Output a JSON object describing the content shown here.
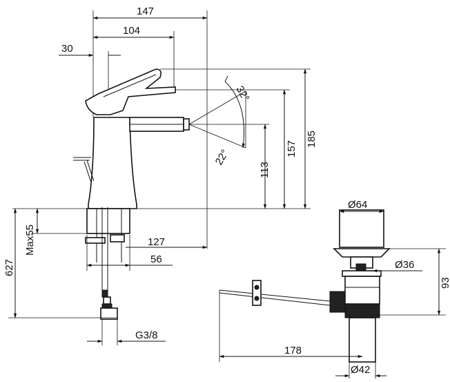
{
  "drawing": {
    "dimensions": {
      "width_147": "147",
      "width_104": "104",
      "width_30": "30",
      "height_185": "185",
      "height_157": "157",
      "height_113": "113",
      "max_55": "Max55",
      "height_627": "627",
      "reach_127": "127",
      "reach_56": "56",
      "thread_g38": "G3/8",
      "dia_64": "Ø64",
      "dia_36": "Ø36",
      "height_93": "93",
      "length_178": "178",
      "dia_42": "Ø42"
    },
    "angles": {
      "upper": "32°",
      "lower": "22°"
    }
  }
}
